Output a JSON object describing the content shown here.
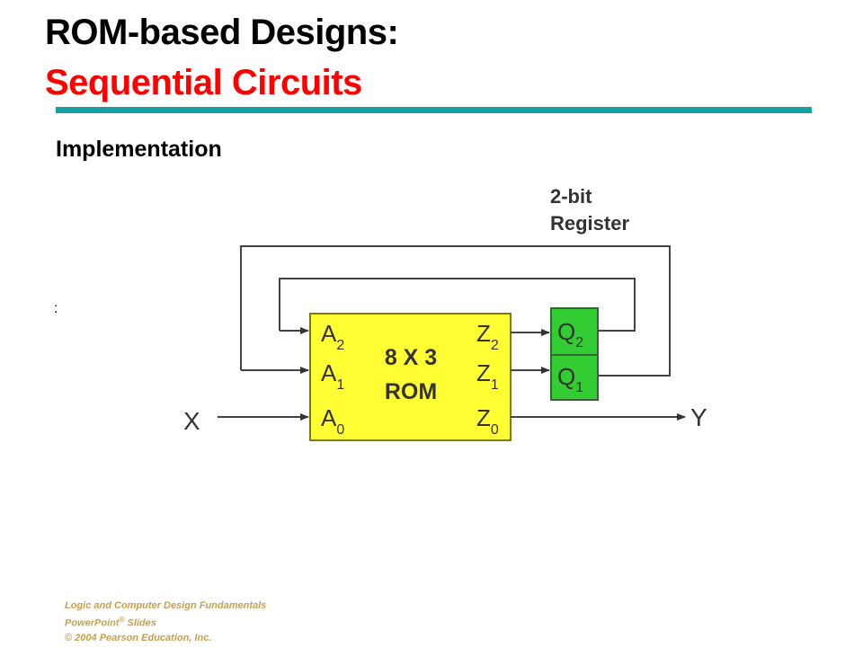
{
  "slide": {
    "title_line1": "ROM-based Designs:",
    "title_line2": "Sequential Circuits",
    "subheading": "Implementation",
    "stray_mark": ":",
    "footer": {
      "line1": "Logic and Computer Design Fundamentals",
      "line2_pre": "PowerPoint",
      "line2_reg": "®",
      "line2_post": " Slides",
      "line3": "© 2004 Pearson Education, Inc."
    }
  },
  "diagram": {
    "register_label_line1": "2-bit",
    "register_label_line2": "Register",
    "rom_label_line1": "8 X 3",
    "rom_label_line2": "ROM",
    "input_label": "X",
    "output_label": "Y",
    "rom_inputs": [
      {
        "letter": "A",
        "sub": "2"
      },
      {
        "letter": "A",
        "sub": "1"
      },
      {
        "letter": "A",
        "sub": "0"
      }
    ],
    "rom_outputs": [
      {
        "letter": "Z",
        "sub": "2"
      },
      {
        "letter": "Z",
        "sub": "1"
      },
      {
        "letter": "Z",
        "sub": "0"
      }
    ],
    "register_cells": [
      {
        "letter": "Q",
        "sub": "2"
      },
      {
        "letter": "Q",
        "sub": "1"
      }
    ],
    "colors": {
      "rom_fill": "#ffff33",
      "register_fill": "#33cc33",
      "title_accent": "#ff0000",
      "rule": "#18a0a0",
      "footer": "#c8a050"
    }
  }
}
